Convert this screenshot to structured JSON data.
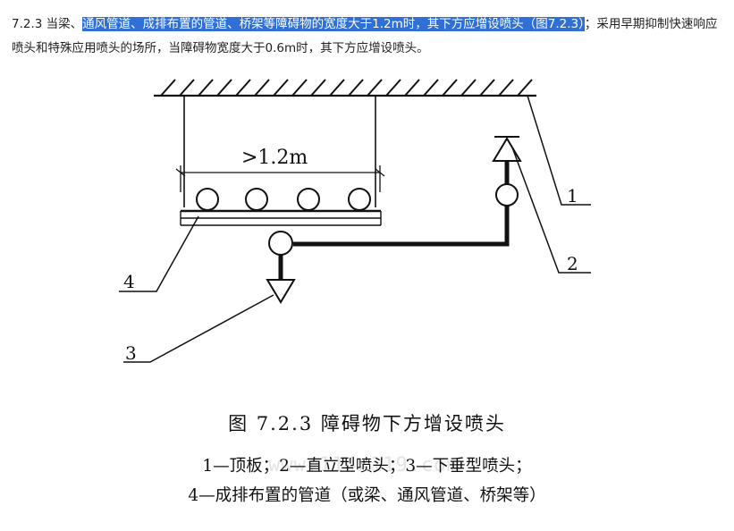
{
  "paragraph": {
    "prefix": "7.2.3 当梁、",
    "highlight": "通风管道、成排布置的管道、桥架等障碍物的宽度大于1.2m时，其下方应增设喷头（图7.2.3）",
    "suffix": "；采用早期抑制快速响应喷头和特殊应用喷头的场所，当障碍物宽度大于0.6m时，其下方应增设喷头。"
  },
  "diagram": {
    "dimension_label": ">1.2m",
    "labels": [
      "1",
      "2",
      "3",
      "4"
    ]
  },
  "caption": {
    "title": "图 7.2.3   障碍物下方增设喷头",
    "line1": "1—顶板；2—直立型喷头；3—下垂型喷头；",
    "line2": "4—成排布置的管道（或梁、通风管道、桥架等）"
  },
  "watermark": "www.114x119.com",
  "colors": {
    "highlight": "#2f6fd6",
    "line": "#111111"
  }
}
